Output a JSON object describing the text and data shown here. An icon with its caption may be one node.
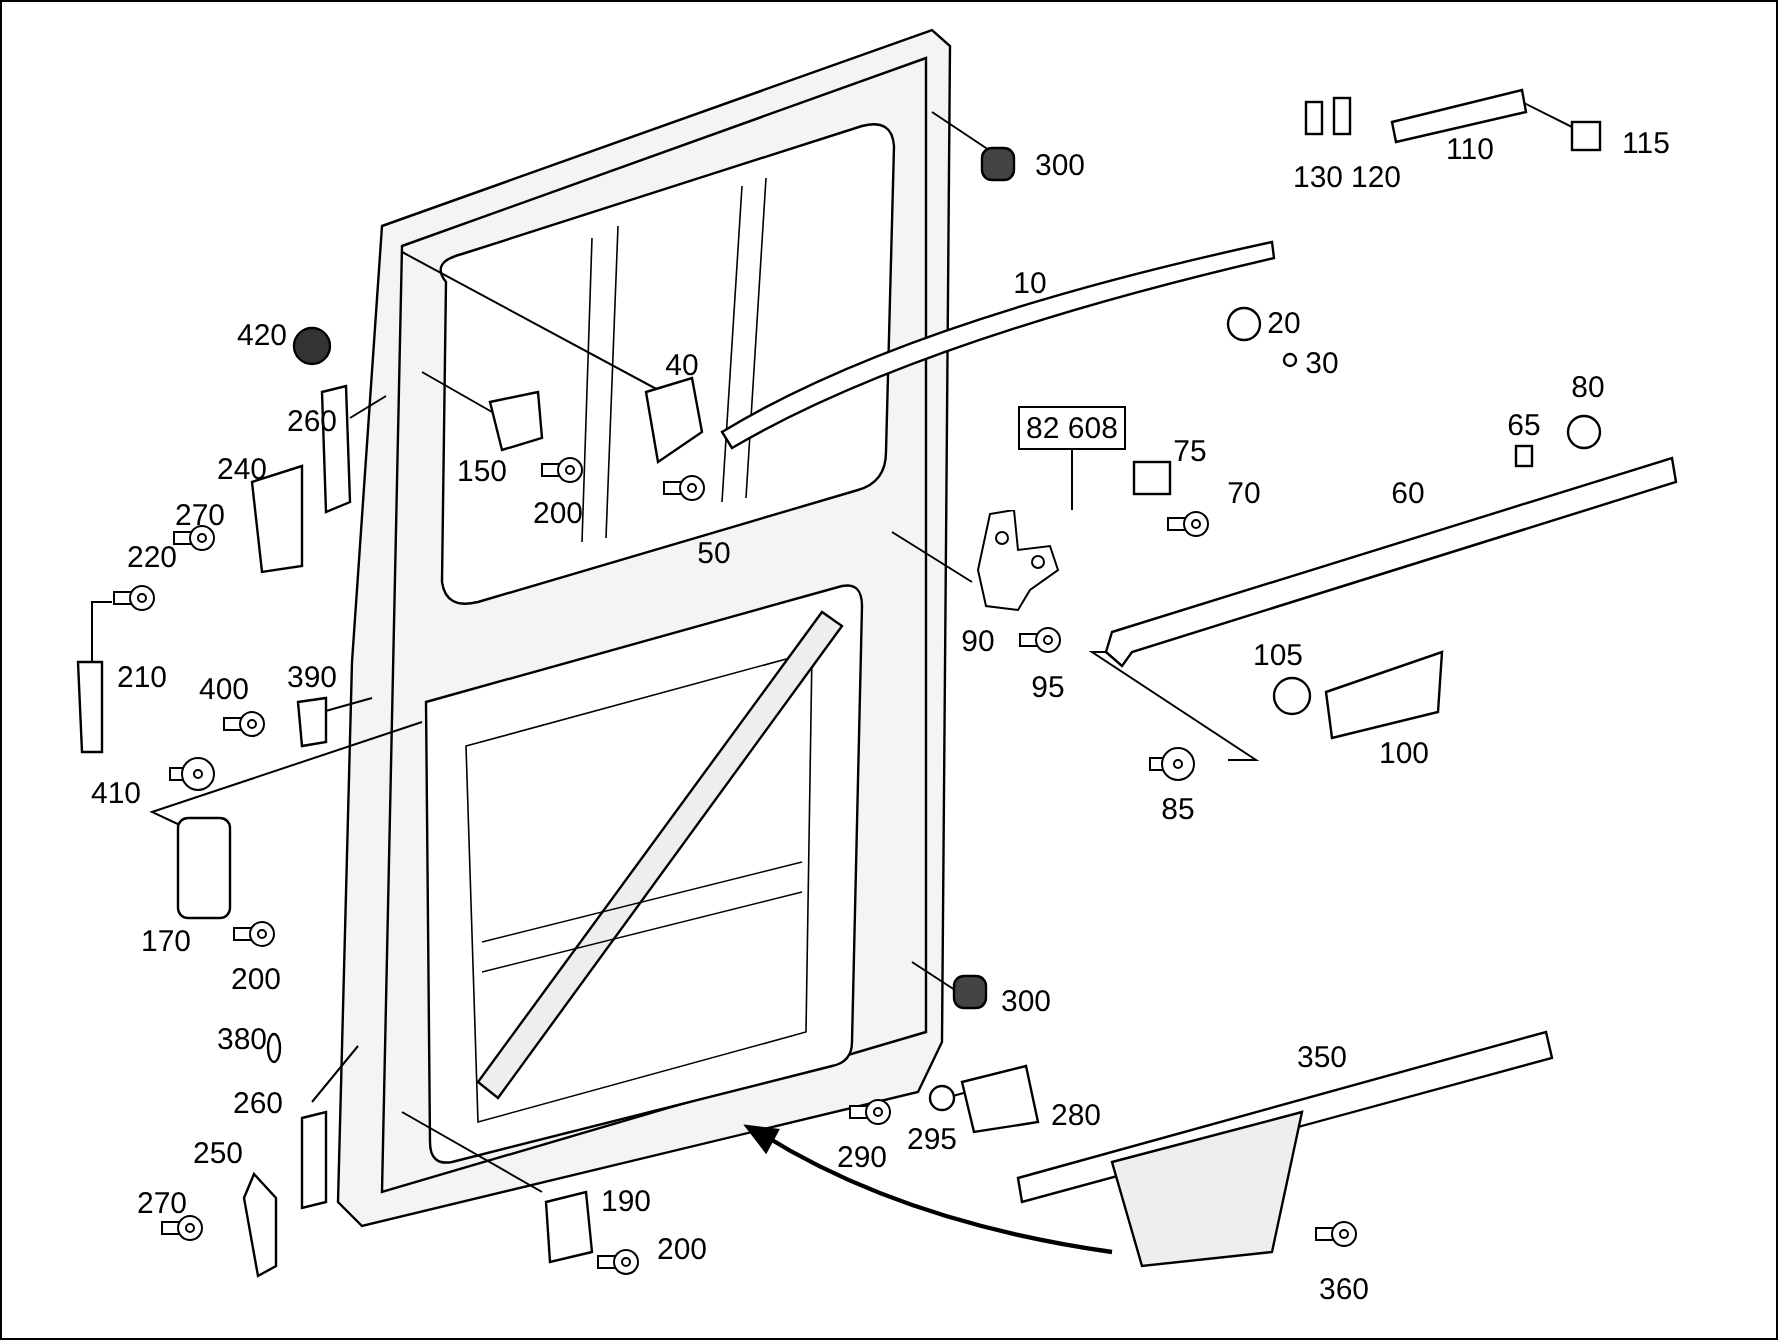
{
  "diagram": {
    "nodes": [
      {
        "text": [
          "82 608"
        ]
      },
      {
        "text": [],
        "shape": "picture"
      }
    ],
    "edges": [
      {
        "from": 0,
        "to": 1,
        "arrow": "none"
      }
    ],
    "labels": [
      "300",
      "130",
      "120",
      "110",
      "115",
      "10",
      "420",
      "40",
      "20",
      "30",
      "260",
      "75",
      "65",
      "80",
      "240",
      "150",
      "70",
      "60",
      "200",
      "50",
      "270",
      "220",
      "210",
      "90",
      "95",
      "105",
      "400",
      "390",
      "410",
      "100",
      "85",
      "170",
      "200",
      "380",
      "300",
      "350",
      "260",
      "280",
      "290",
      "295",
      "250",
      "270",
      "190",
      "200",
      "360"
    ]
  }
}
